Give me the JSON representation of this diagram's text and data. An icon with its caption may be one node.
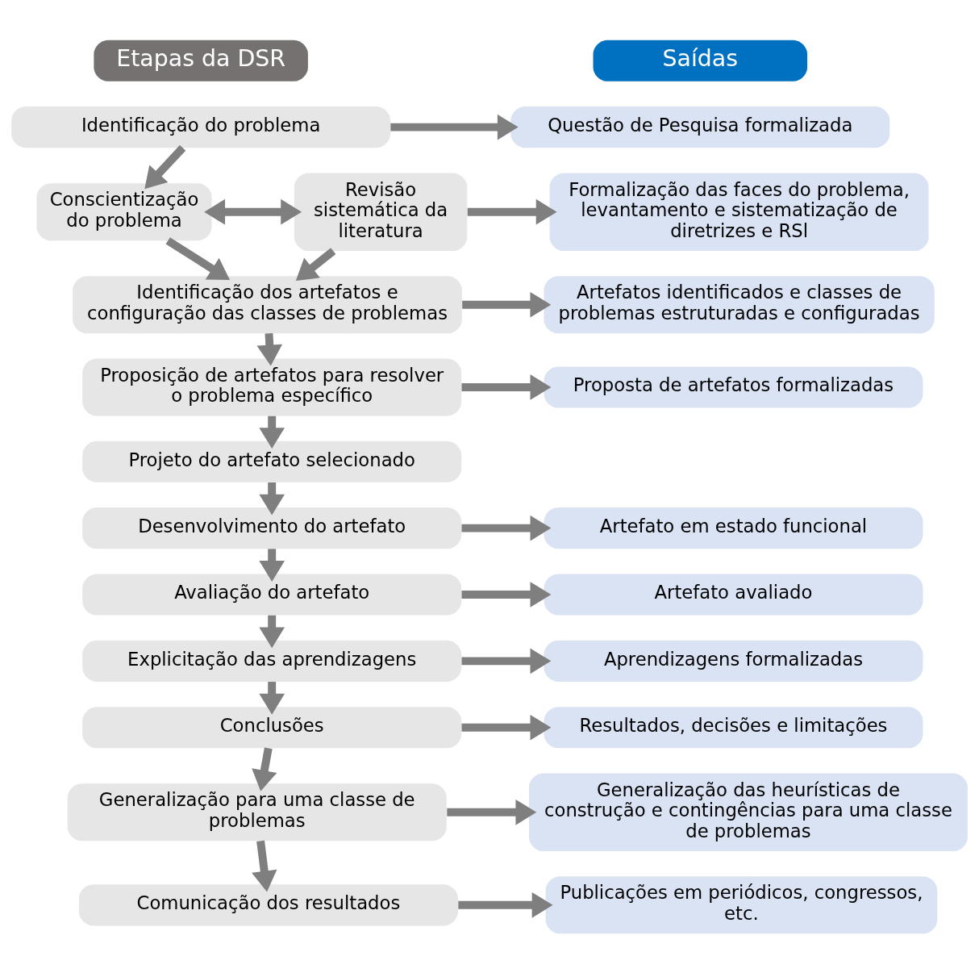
{
  "diagram": {
    "nodes": [
      {
        "text": [
          "Etapas da DSR"
        ]
      },
      {
        "text": [
          "Saídas"
        ]
      },
      {
        "text": [
          "Identificação do problema"
        ]
      },
      {
        "text": [
          "Conscientização do problema"
        ]
      },
      {
        "text": [
          "Revisão sistemática da literatura"
        ]
      },
      {
        "text": [
          "Identificação dos artefatos e configuração das classes de problemas"
        ]
      },
      {
        "text": [
          "Proposição de artefatos para resolver o problema específico"
        ]
      },
      {
        "text": [
          "Projeto do artefato selecionado"
        ]
      },
      {
        "text": [
          "Desenvolvimento do artefato"
        ]
      },
      {
        "text": [
          "Avaliação do artefato"
        ]
      },
      {
        "text": [
          "Explicitação das aprendizagens"
        ]
      },
      {
        "text": [
          "Conclusões"
        ]
      },
      {
        "text": [
          "Generalização para uma classe de problemas"
        ]
      },
      {
        "text": [
          "Comunicação dos resultados"
        ]
      },
      {
        "text": [
          "Questão de Pesquisa formalizada"
        ]
      },
      {
        "text": [
          "Formalização das faces do problema, levantamento e sistematização de diretrizes e RSl"
        ]
      },
      {
        "text": [
          "Artefatos identificados e classes de problemas estruturadas e configuradas"
        ]
      },
      {
        "text": [
          "Proposta de artefatos formalizadas"
        ]
      },
      {
        "text": [
          "Artefato em estado funcional"
        ]
      },
      {
        "text": [
          "Artefato avaliado"
        ]
      },
      {
        "text": [
          "Aprendizagens formalizadas"
        ]
      },
      {
        "text": [
          "Resultados, decisões e limitações"
        ]
      },
      {
        "text": [
          "Generalização das heurísticas de construção e contingências para uma classe de problemas"
        ]
      },
      {
        "text": [
          "Publicações em periódicos, congressos, etc."
        ]
      }
    ],
    "edges": [
      {
        "from": 2,
        "to": 3,
        "arrow": "to"
      },
      {
        "from": 3,
        "to": 4,
        "arrow": "both"
      },
      {
        "from": 3,
        "to": 5,
        "arrow": "to"
      },
      {
        "from": 4,
        "to": 5,
        "arrow": "to"
      },
      {
        "from": 5,
        "to": 6,
        "arrow": "to"
      },
      {
        "from": 6,
        "to": 7,
        "arrow": "to"
      },
      {
        "from": 7,
        "to": 8,
        "arrow": "to"
      },
      {
        "from": 8,
        "to": 9,
        "arrow": "to"
      },
      {
        "from": 9,
        "to": 10,
        "arrow": "to"
      },
      {
        "from": 10,
        "to": 11,
        "arrow": "to"
      },
      {
        "from": 11,
        "to": 12,
        "arrow": "to"
      },
      {
        "from": 12,
        "to": 13,
        "arrow": "to"
      },
      {
        "from": 2,
        "to": 14,
        "arrow": "to"
      },
      {
        "from": 4,
        "to": 15,
        "arrow": "to"
      },
      {
        "from": 5,
        "to": 16,
        "arrow": "to"
      },
      {
        "from": 6,
        "to": 17,
        "arrow": "to"
      },
      {
        "from": 8,
        "to": 18,
        "arrow": "to"
      },
      {
        "from": 9,
        "to": 19,
        "arrow": "to"
      },
      {
        "from": 10,
        "to": 20,
        "arrow": "to"
      },
      {
        "from": 11,
        "to": 21,
        "arrow": "to"
      },
      {
        "from": 12,
        "to": 22,
        "arrow": "to"
      },
      {
        "from": 13,
        "to": 23,
        "arrow": "to"
      }
    ]
  }
}
